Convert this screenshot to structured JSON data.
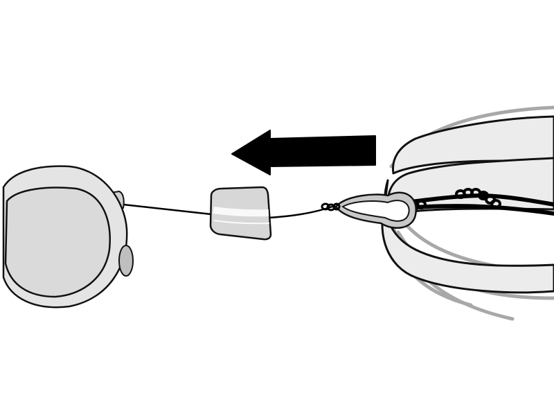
{
  "diagram": {
    "subject": "fishing-rig-assembly",
    "direction": "left",
    "colors": {
      "background": "#ffffff",
      "outline": "#000000",
      "fill_light": "#e4e4e4",
      "fill_mid": "#c8c8c8",
      "skirt_strands": "#a8a8a8",
      "arrow": "#000000"
    },
    "parts": [
      {
        "id": "sinker-weight",
        "icon": "round-weight"
      },
      {
        "id": "line",
        "icon": "fishing-line"
      },
      {
        "id": "bead",
        "icon": "cone-bead"
      },
      {
        "id": "knot",
        "icon": "knot"
      },
      {
        "id": "wire-loop",
        "icon": "loop"
      },
      {
        "id": "skirt",
        "icon": "silicone-skirt"
      },
      {
        "id": "direction-arrow",
        "icon": "arrow-left"
      }
    ]
  }
}
